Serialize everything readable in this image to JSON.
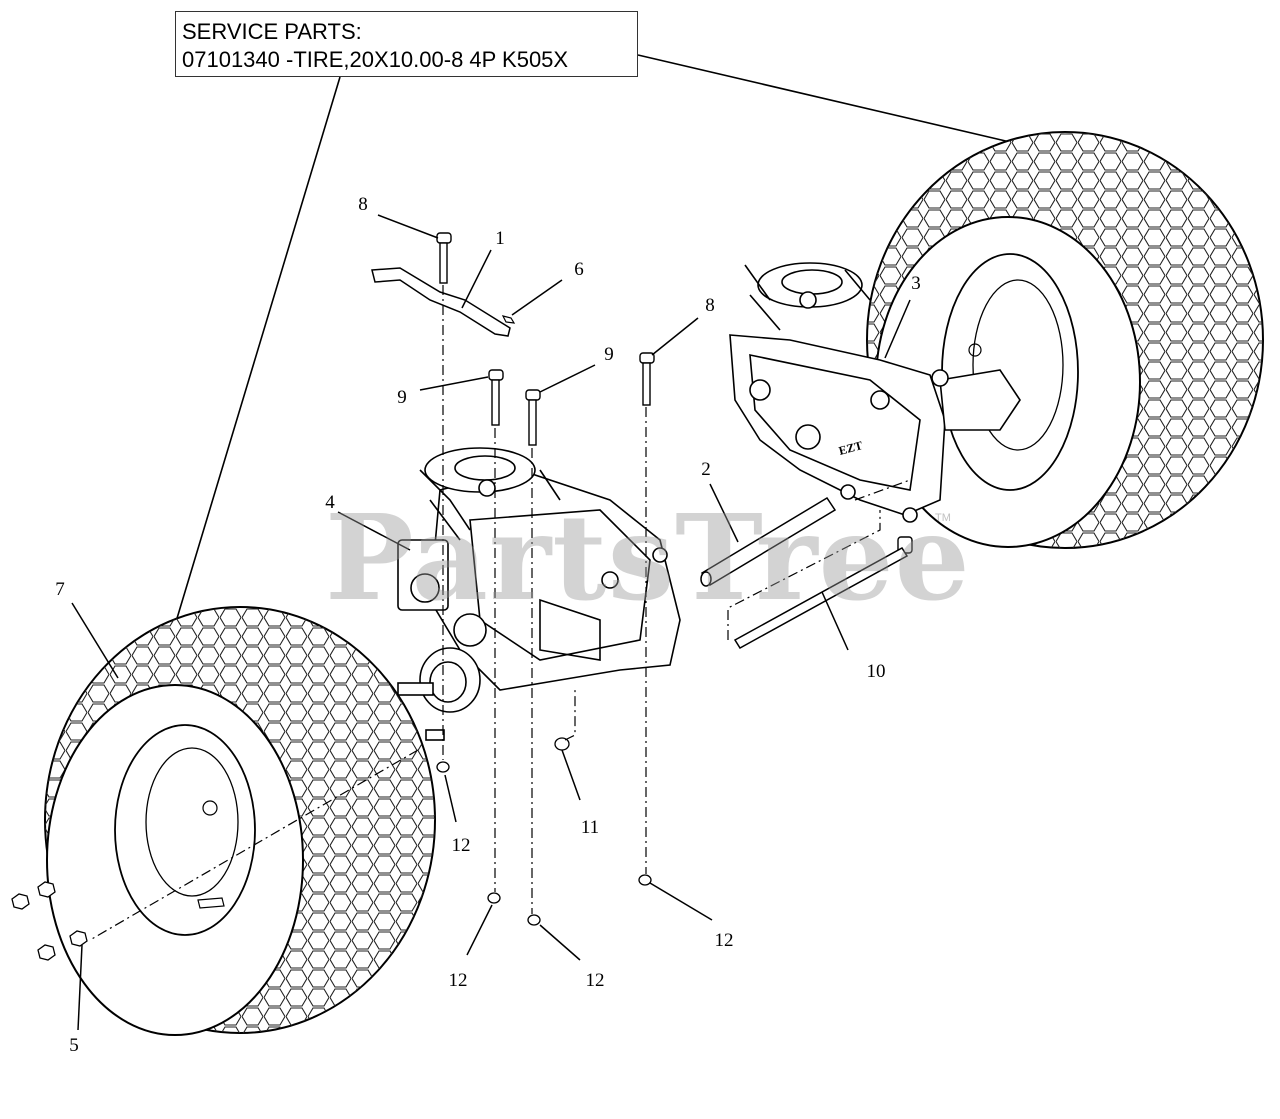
{
  "service_parts": {
    "heading": "SERVICE PARTS:",
    "line": "07101340 -TIRE,20X10.00-8 4P K505X"
  },
  "watermark": {
    "text": "PartsTree",
    "tm": "TM"
  },
  "callouts": {
    "c1": "1",
    "c2": "2",
    "c3": "3",
    "c4": "4",
    "c5": "5",
    "c6": "6",
    "c7": "7",
    "c8a": "8",
    "c8b": "8",
    "c9a": "9",
    "c9b": "9",
    "c10": "10",
    "c11": "11",
    "c12a": "12",
    "c12b": "12",
    "c12c": "12",
    "c12d": "12"
  }
}
